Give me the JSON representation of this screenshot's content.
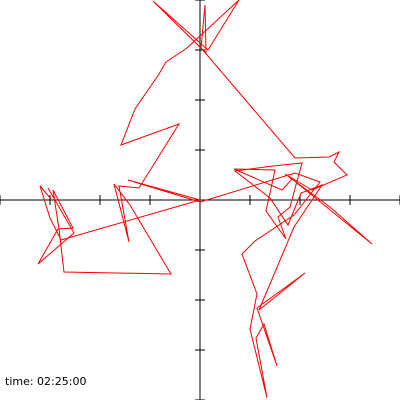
{
  "chart_data": {
    "type": "line",
    "title": "",
    "xlabel": "",
    "ylabel": "",
    "xlim": [
      -4,
      4
    ],
    "ylim": [
      -4,
      4
    ],
    "x_tick_step": 1,
    "y_tick_step": 1,
    "axes_through_origin": true,
    "tick_labels_shown": false,
    "grid": false,
    "legend": "none",
    "series": [
      {
        "color": "#ff0000",
        "points": [
          [
            -3.04,
            0.24
          ],
          [
            -2.52,
            -0.66
          ],
          [
            -3.24,
            -1.28
          ],
          [
            -2.84,
            -0.58
          ],
          [
            -2.54,
            -0.56
          ],
          [
            -2.94,
            0.2
          ],
          [
            -2.82,
            -0.58
          ],
          [
            -2.72,
            -1.44
          ],
          [
            -0.58,
            -1.48
          ],
          [
            -1.4,
            -0.1
          ],
          [
            -1.72,
            0.32
          ],
          [
            -1.42,
            -0.84
          ],
          [
            -1.62,
            0.28
          ],
          [
            -1.22,
            0.24
          ],
          [
            -0.42,
            1.52
          ],
          [
            -1.58,
            1.1
          ],
          [
            -1.3,
            1.82
          ],
          [
            -0.82,
            2.52
          ],
          [
            -0.68,
            2.76
          ],
          [
            -0.26,
            3.04
          ],
          [
            0.78,
            4
          ],
          [
            0.16,
            3.0
          ],
          [
            -0.94,
            3.98
          ],
          [
            0.12,
            2.94
          ],
          [
            0.1,
            3.9
          ],
          [
            0.02,
            3.04
          ],
          [
            1.9,
            0.84
          ],
          [
            2.58,
            0.86
          ],
          [
            2.78,
            0.96
          ],
          [
            2.68,
            0.76
          ],
          [
            2.94,
            0.5
          ],
          [
            2.24,
            0.2
          ],
          [
            1.7,
            0.52
          ],
          [
            2.6,
            -0.14
          ],
          [
            3.44,
            -0.88
          ],
          [
            1.84,
            0.42
          ],
          [
            1.64,
            0.2
          ],
          [
            0.68,
            0.62
          ],
          [
            1.5,
            0.6
          ],
          [
            1.32,
            -0.22
          ],
          [
            1.72,
            -0.78
          ],
          [
            1.56,
            -0.34
          ],
          [
            1.8,
            -0.14
          ],
          [
            2.04,
            0.74
          ],
          [
            1.46,
            0.68
          ],
          [
            0.7,
            0.58
          ],
          [
            1.4,
            0.04
          ],
          [
            1.76,
            -0.5
          ],
          [
            2.02,
            0.14
          ],
          [
            2.44,
            0.3
          ],
          [
            1.88,
            -0.54
          ],
          [
            1.18,
            -2.2
          ],
          [
            2.1,
            -1.46
          ],
          [
            1.14,
            -2.16
          ],
          [
            1.54,
            -3.32
          ],
          [
            1.28,
            -2.48
          ],
          [
            1.12,
            -2.76
          ],
          [
            1.34,
            -3.96
          ],
          [
            1.0,
            -2.58
          ],
          [
            1.14,
            -1.88
          ],
          [
            0.84,
            -1.08
          ],
          [
            1.1,
            -0.82
          ],
          [
            1.88,
            -0.3
          ],
          [
            2.4,
            0.36
          ],
          [
            1.9,
            0.54
          ],
          [
            0.0,
            -0.04
          ],
          [
            -1.44,
            0.4
          ],
          [
            0.0,
            0.0
          ],
          [
            -2.78,
            -0.8
          ],
          [
            -3.0,
            -0.36
          ],
          [
            -3.2,
            0.28
          ],
          [
            -2.98,
            0.02
          ]
        ]
      }
    ]
  },
  "status": {
    "time_label": "time: 02:25:00"
  }
}
